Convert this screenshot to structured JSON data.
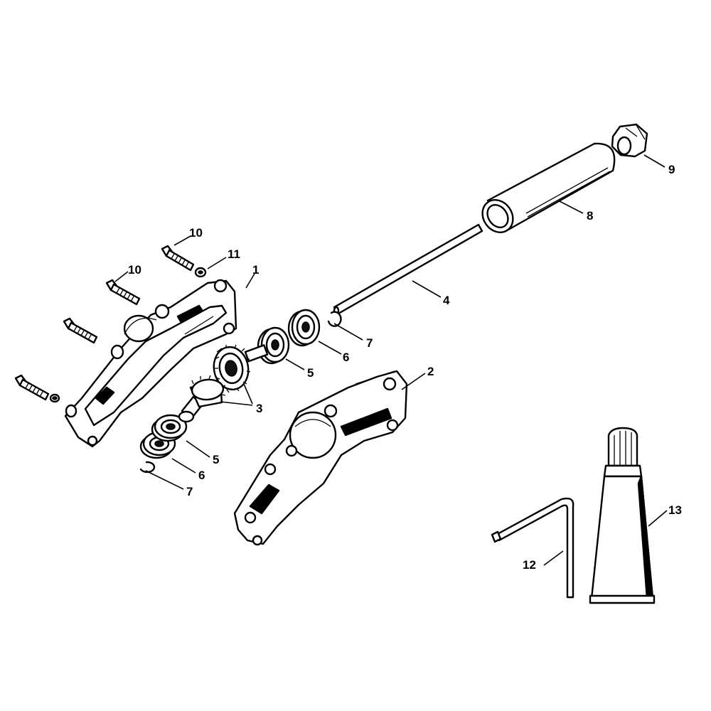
{
  "callouts": {
    "c1": "1",
    "c2": "2",
    "c3": "3",
    "c4": "4",
    "c5a": "5",
    "c5b": "5",
    "c6a": "6",
    "c6b": "6",
    "c7a": "7",
    "c7b": "7",
    "c8": "8",
    "c9": "9",
    "c10a": "10",
    "c10b": "10",
    "c11": "11",
    "c12": "12",
    "c13": "13"
  },
  "colors": {
    "line": "#000000",
    "fill": "#ffffff"
  }
}
